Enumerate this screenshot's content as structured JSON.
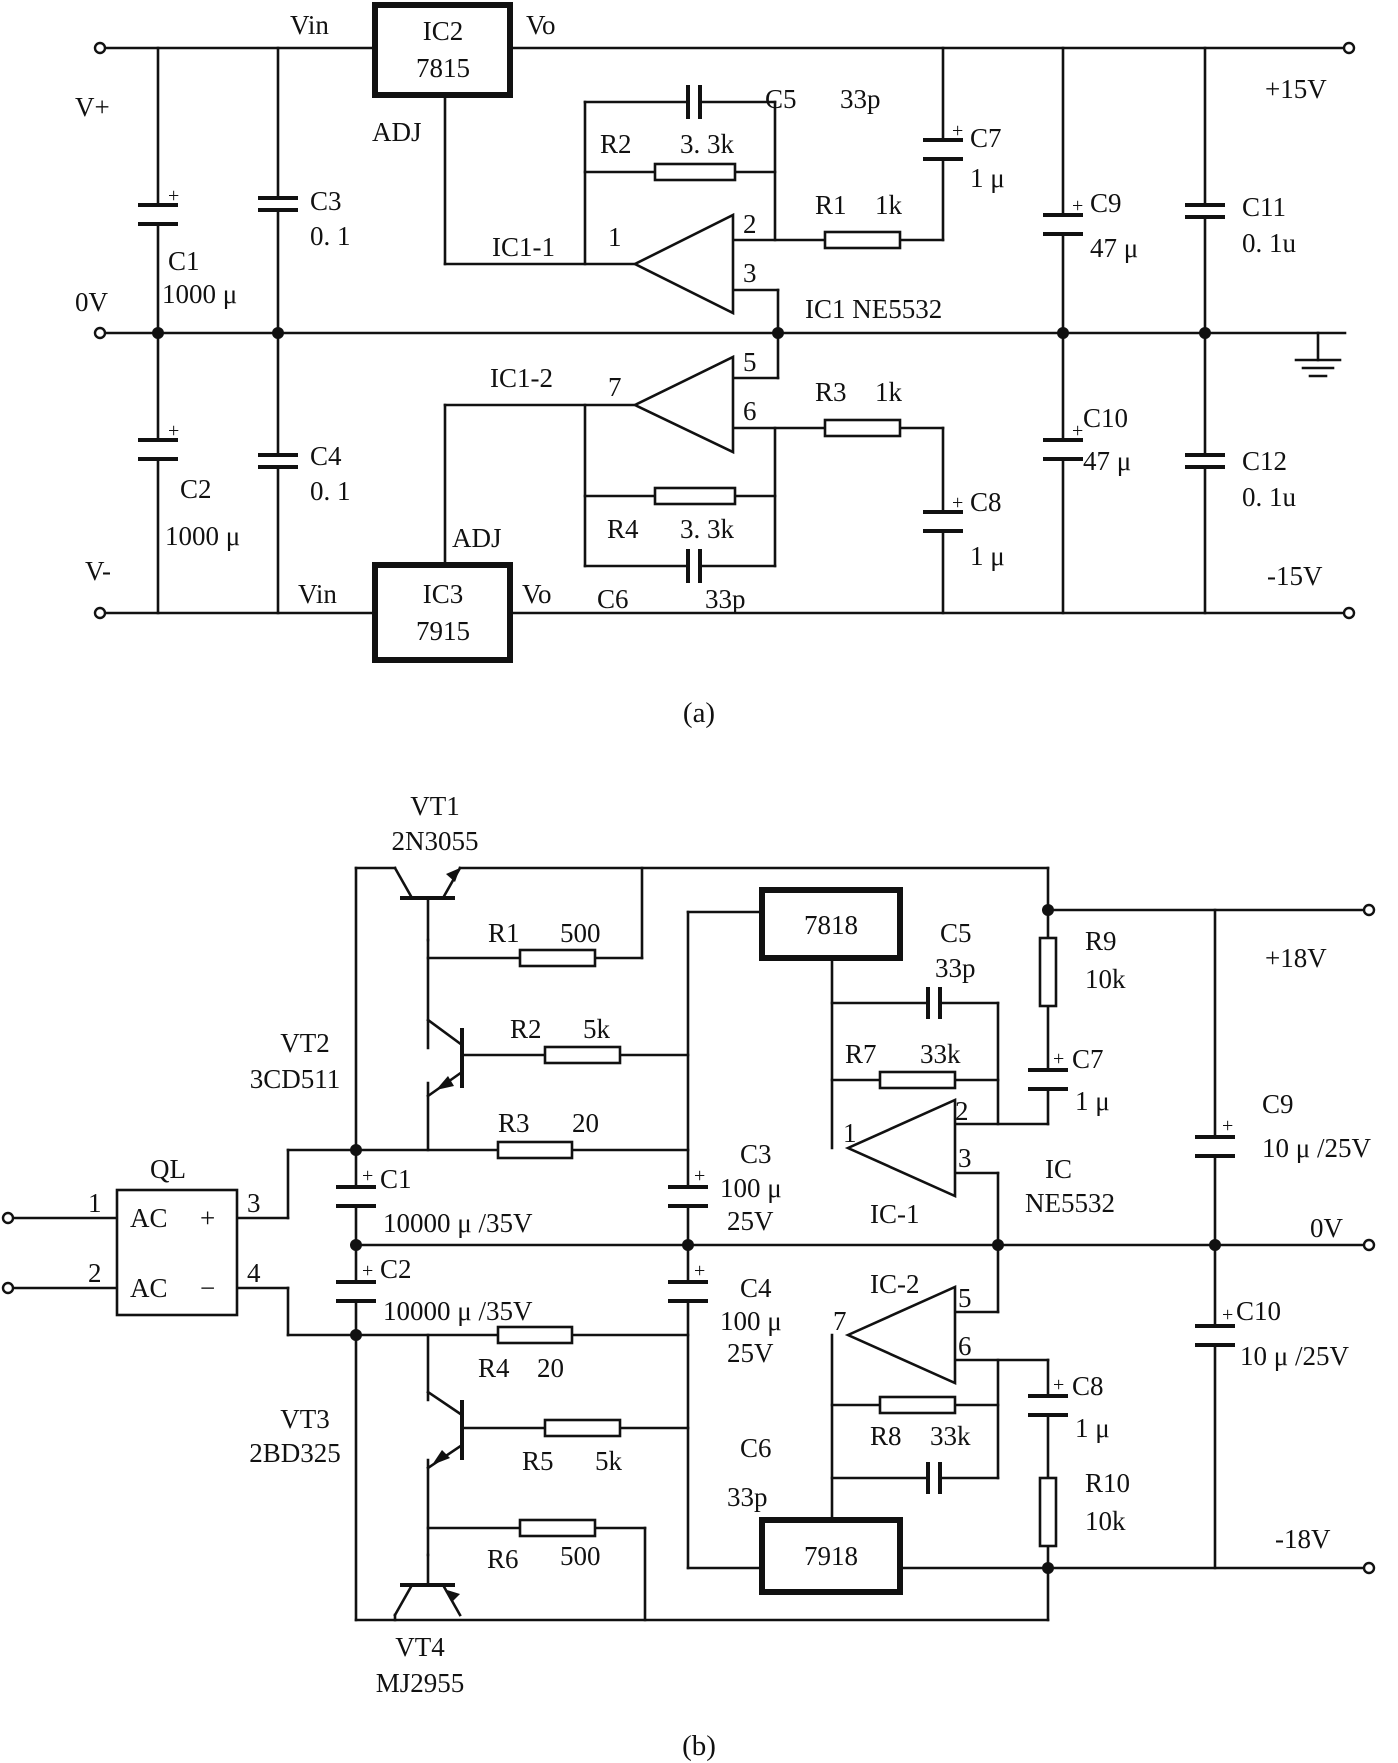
{
  "a": {
    "caption": "(a)",
    "rails": {
      "vplus": "V+",
      "zero": "0V",
      "vminus": "V-",
      "pos_out": "+15V",
      "neg_out": "-15V"
    },
    "ic2": {
      "name": "IC2",
      "part": "7815",
      "vin": "Vin",
      "vo": "Vo",
      "adj": "ADJ"
    },
    "ic3": {
      "name": "IC3",
      "part": "7915",
      "vin": "Vin",
      "vo": "Vo",
      "adj": "ADJ"
    },
    "ic1": {
      "label": "IC1  NE5532",
      "amp1": "IC1-1",
      "amp2": "IC1-2",
      "pins": {
        "p1": "1",
        "p2": "2",
        "p3": "3",
        "p5": "5",
        "p6": "6",
        "p7": "7"
      }
    },
    "c1": {
      "name": "C1",
      "value": "1000 μ"
    },
    "c2": {
      "name": "C2",
      "value": "1000 μ"
    },
    "c3": {
      "name": "C3",
      "value": "0. 1"
    },
    "c4": {
      "name": "C4",
      "value": "0. 1"
    },
    "c5": {
      "name": "C5",
      "value": "33p"
    },
    "c6": {
      "name": "C6",
      "value": "33p"
    },
    "c7": {
      "name": "C7",
      "value": "1 μ"
    },
    "c8": {
      "name": "C8",
      "value": "1 μ"
    },
    "c9": {
      "name": "C9",
      "value": "47 μ"
    },
    "c10": {
      "name": "C10",
      "value": "47 μ"
    },
    "c11": {
      "name": "C11",
      "value": "0. 1u"
    },
    "c12": {
      "name": "C12",
      "value": "0. 1u"
    },
    "r1": {
      "name": "R1",
      "value": "1k"
    },
    "r2": {
      "name": "R2",
      "value": "3. 3k"
    },
    "r3": {
      "name": "R3",
      "value": "1k"
    },
    "r4": {
      "name": "R4",
      "value": "3. 3k"
    }
  },
  "b": {
    "caption": "(b)",
    "rails": {
      "pos_out": "+18V",
      "zero": "0V",
      "neg_out": "-18V"
    },
    "ql": {
      "name": "QL",
      "ac1": "AC",
      "ac2": "AC",
      "plus": "+",
      "minus": "−",
      "p1": "1",
      "p2": "2",
      "p3": "3",
      "p4": "4"
    },
    "vt1": {
      "name": "VT1",
      "part": "2N3055"
    },
    "vt2": {
      "name": "VT2",
      "part": "3CD511"
    },
    "vt3": {
      "name": "VT3",
      "part": "2BD325"
    },
    "vt4": {
      "name": "VT4",
      "part": "MJ2955"
    },
    "reg_pos": "7818",
    "reg_neg": "7918",
    "ic": {
      "name": "IC",
      "part": "NE5532",
      "amp1": "IC-1",
      "amp2": "IC-2",
      "pins": {
        "p1": "1",
        "p2": "2",
        "p3": "3",
        "p5": "5",
        "p6": "6",
        "p7": "7"
      }
    },
    "r1": {
      "name": "R1",
      "value": "500"
    },
    "r2": {
      "name": "R2",
      "value": "5k"
    },
    "r3": {
      "name": "R3",
      "value": "20"
    },
    "r4": {
      "name": "R4",
      "value": "20"
    },
    "r5": {
      "name": "R5",
      "value": "5k"
    },
    "r6": {
      "name": "R6",
      "value": "500"
    },
    "r7": {
      "name": "R7",
      "value": "33k"
    },
    "r8": {
      "name": "R8",
      "value": "33k"
    },
    "r9": {
      "name": "R9",
      "value": "10k"
    },
    "r10": {
      "name": "R10",
      "value": "10k"
    },
    "c1": {
      "name": "C1",
      "value": "10000 μ /35V"
    },
    "c2": {
      "name": "C2",
      "value": "10000 μ /35V"
    },
    "c3": {
      "name": "C3",
      "value": "100 μ",
      "rating": "25V"
    },
    "c4": {
      "name": "C4",
      "value": "100 μ",
      "rating": "25V"
    },
    "c5": {
      "name": "C5",
      "value": "33p"
    },
    "c6": {
      "name": "C6",
      "value": "33p"
    },
    "c7": {
      "name": "C7",
      "value": "1 μ"
    },
    "c8": {
      "name": "C8",
      "value": "1 μ"
    },
    "c9": {
      "name": "C9",
      "value": "10 μ /25V"
    },
    "c10": {
      "name": "C10",
      "value": "10 μ /25V"
    }
  }
}
